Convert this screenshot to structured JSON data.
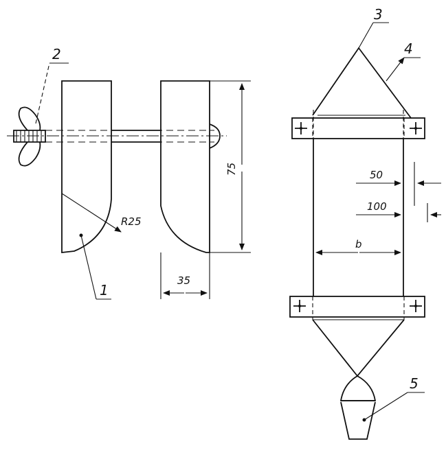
{
  "callouts": {
    "c1": "1",
    "c2": "2",
    "c3": "3",
    "c4": "4",
    "c5": "5"
  },
  "dimensions": {
    "radius": "R25",
    "height": "75",
    "thickness": "35",
    "d50": "50",
    "d100": "100",
    "width": "b"
  },
  "colors": {
    "line": "#111111",
    "background": "#ffffff"
  }
}
